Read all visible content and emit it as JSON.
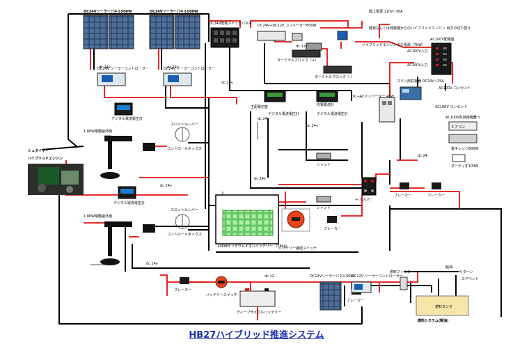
{
  "title": "HB27ハイブリッド推進システム",
  "labels": {
    "solar_left": "DC24Vソーラーパネル500W",
    "solar_mid": "DC24Vソーラーパネル500W",
    "controller_left": "DC24V ソーラーコントローラー",
    "controller_mid": "DC24V ソーラーコントローラー",
    "switch_panel": "DC24V配電スイッチパネル",
    "converter": "DC24V→DC12V コンバーター600W",
    "terminal_block_plus": "ターミナルブロック（+）",
    "terminal_block_minus": "ターミナルブロック（-）",
    "shore_power": "陸上電源 110V~30A",
    "shore_note": "陸電もしくは発電機からのハイブリッドエンジン 出力の切り替え",
    "engine_power": "ハイブリッドエンジンより電源（7kW）",
    "ac_switch_panel": "AC100V配電盤",
    "ac_in_1": "AC100V入力",
    "ac_in_2": "AC100V入力",
    "marine_charger": "マリン用充電器 DC24V~25A",
    "inverter": "DC→ACインバーター 4kW",
    "outlet_1": "AC100V コンセント",
    "outlet_2": "AC100V コンセント",
    "appliances": "AC100V負荷用機器へ",
    "aircon": "エアコン",
    "microwave": "電子レンジ800W",
    "audio": "オーディオ100W",
    "hybrid_engine": "シュタイヤー ハイブリッドエンジン",
    "meter_top": "デジタル電流電圧計",
    "meter_bottom": "デジタル電流電圧計",
    "outboard_top": "1.8KW電動船外機",
    "outboard_bottom": "1.8KW電動船外機",
    "throttle_top": "スロットルレバー",
    "throttle_bottom": "スロットルレバー",
    "control_box_top": "コントロールボックス",
    "control_box_bottom": "コントロールボックス",
    "digital_meter_a": "デジタル電流電圧計",
    "digital_meter_b": "デジタル電流電圧計",
    "main_shunt": "主配電切替",
    "sub_shunt": "充電電流計",
    "shunt_a": "シャント",
    "shunt_b": "シャント",
    "battery_bank": "14KWH リチウムイオンバッテリー （78kg）",
    "battery_switch": "バッテリー接続スイッチ",
    "busbar": "+-バスバー",
    "fuse_a": "ブレーカー",
    "fuse_b": "ブレーカー",
    "fuse_c": "ブレーカー",
    "fuse_d": "ブレーカー",
    "fuse_e": "ブレーカー",
    "deep_cycle": "ディープサイクルバッテリー",
    "battery_switch_b": "バッテリースイッチ",
    "solar_right": "DC12Vソーラーパネル50W",
    "controller_right": "DC12V ソーラーコントローラー",
    "fuel_filter": "燃料フィルター",
    "fuel_tank": "燃料タンク",
    "fuel_system": "燃料システム(軽油)",
    "supply": "給油",
    "return": "リターン",
    "breather": "エアベント",
    "dc_24v": "dc 24v",
    "dc_12v": "dc 12v",
    "dc_12": "dc 12",
    "dc_24": "dc 24"
  },
  "colors": {
    "wire_black": "#000000",
    "wire_red": "#e01010",
    "wire_gray": "#8a8a8a",
    "title_blue": "#1c2fb0",
    "battery_green": "#6fd06f",
    "switch_red": "#e8421a",
    "tank_yellow": "#f5e6a8"
  }
}
